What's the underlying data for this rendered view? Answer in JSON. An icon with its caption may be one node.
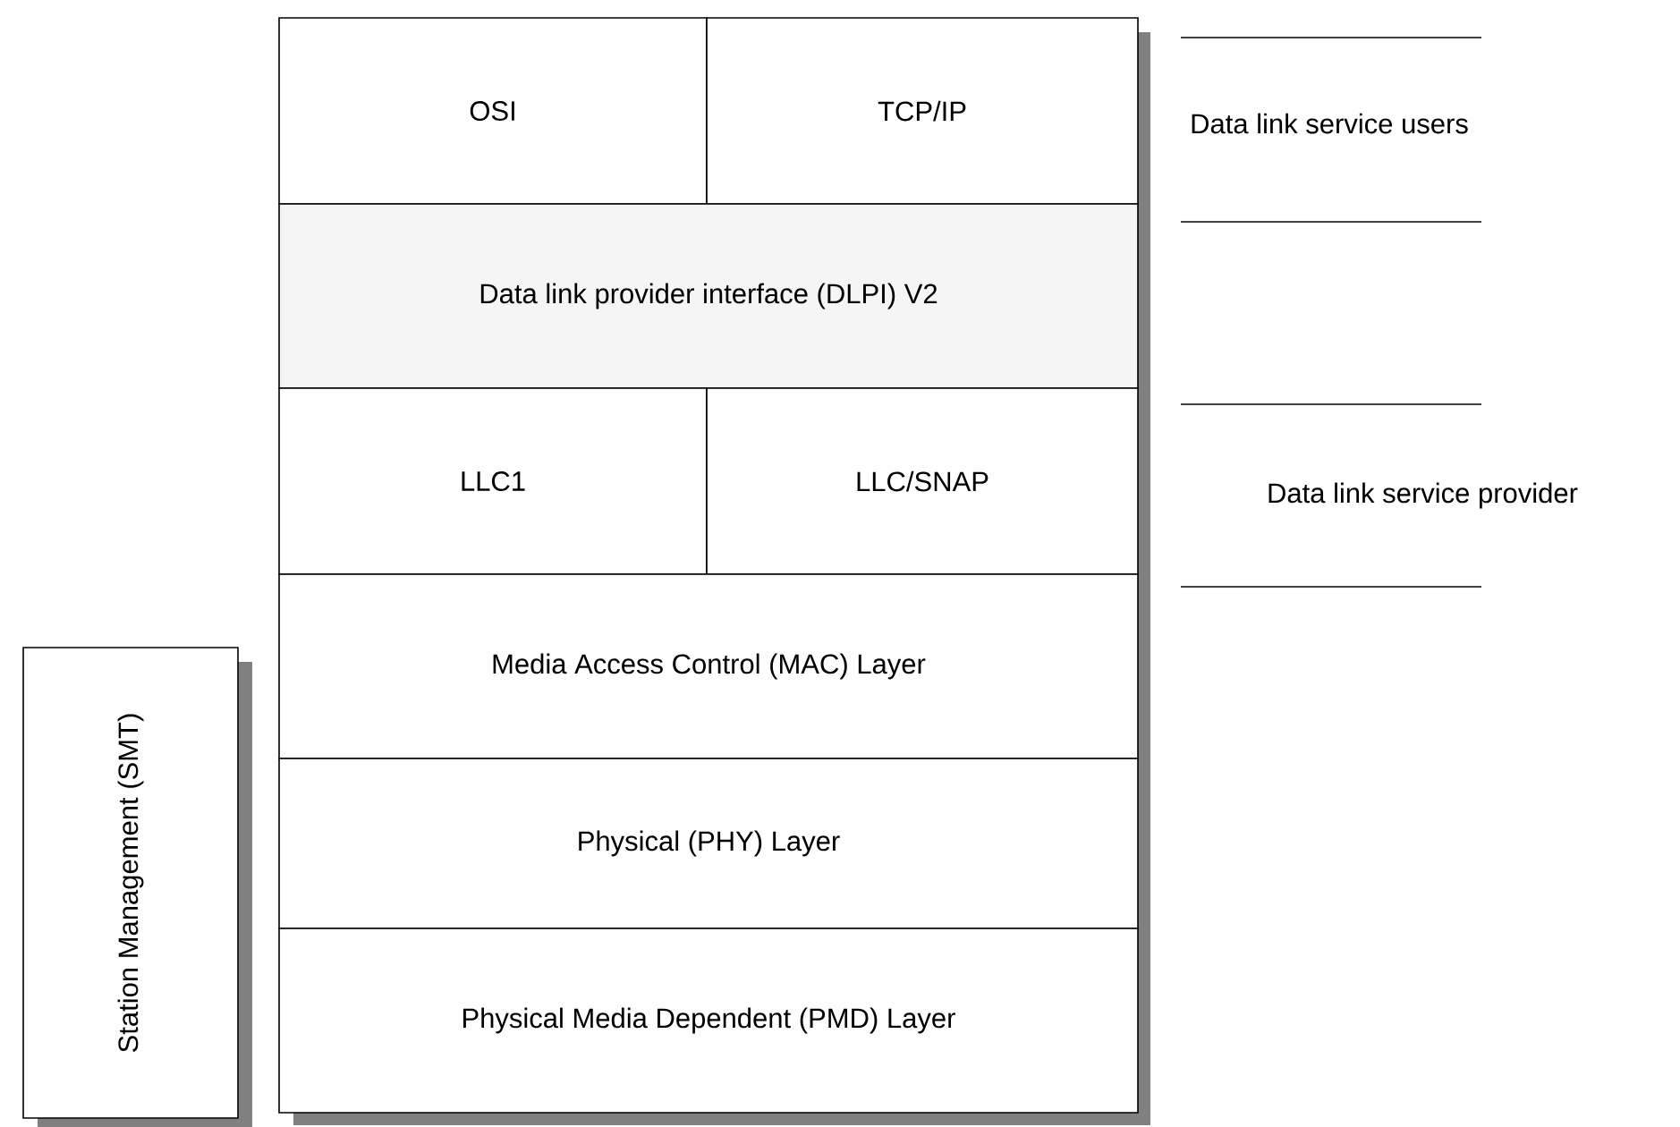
{
  "diagram": {
    "nodes": [
      {
        "text": [
          "OSI"
        ]
      },
      {
        "text": [
          "TCP/IP"
        ]
      },
      {
        "text": [
          "Data link provider interface (DLPI) V2"
        ]
      },
      {
        "text": [
          "LLC1"
        ]
      },
      {
        "text": [
          "LLC/SNAP"
        ]
      },
      {
        "text": [
          "Media Access Control (MAC) Layer"
        ]
      },
      {
        "text": [
          "Physical (PHY) Layer"
        ]
      },
      {
        "text": [
          "Physical Media Dependent (PMD) Layer"
        ]
      },
      {
        "text": [
          "Station Management (SMT)"
        ]
      }
    ],
    "labels": [
      "Data link service users",
      "Data link service provider"
    ]
  }
}
